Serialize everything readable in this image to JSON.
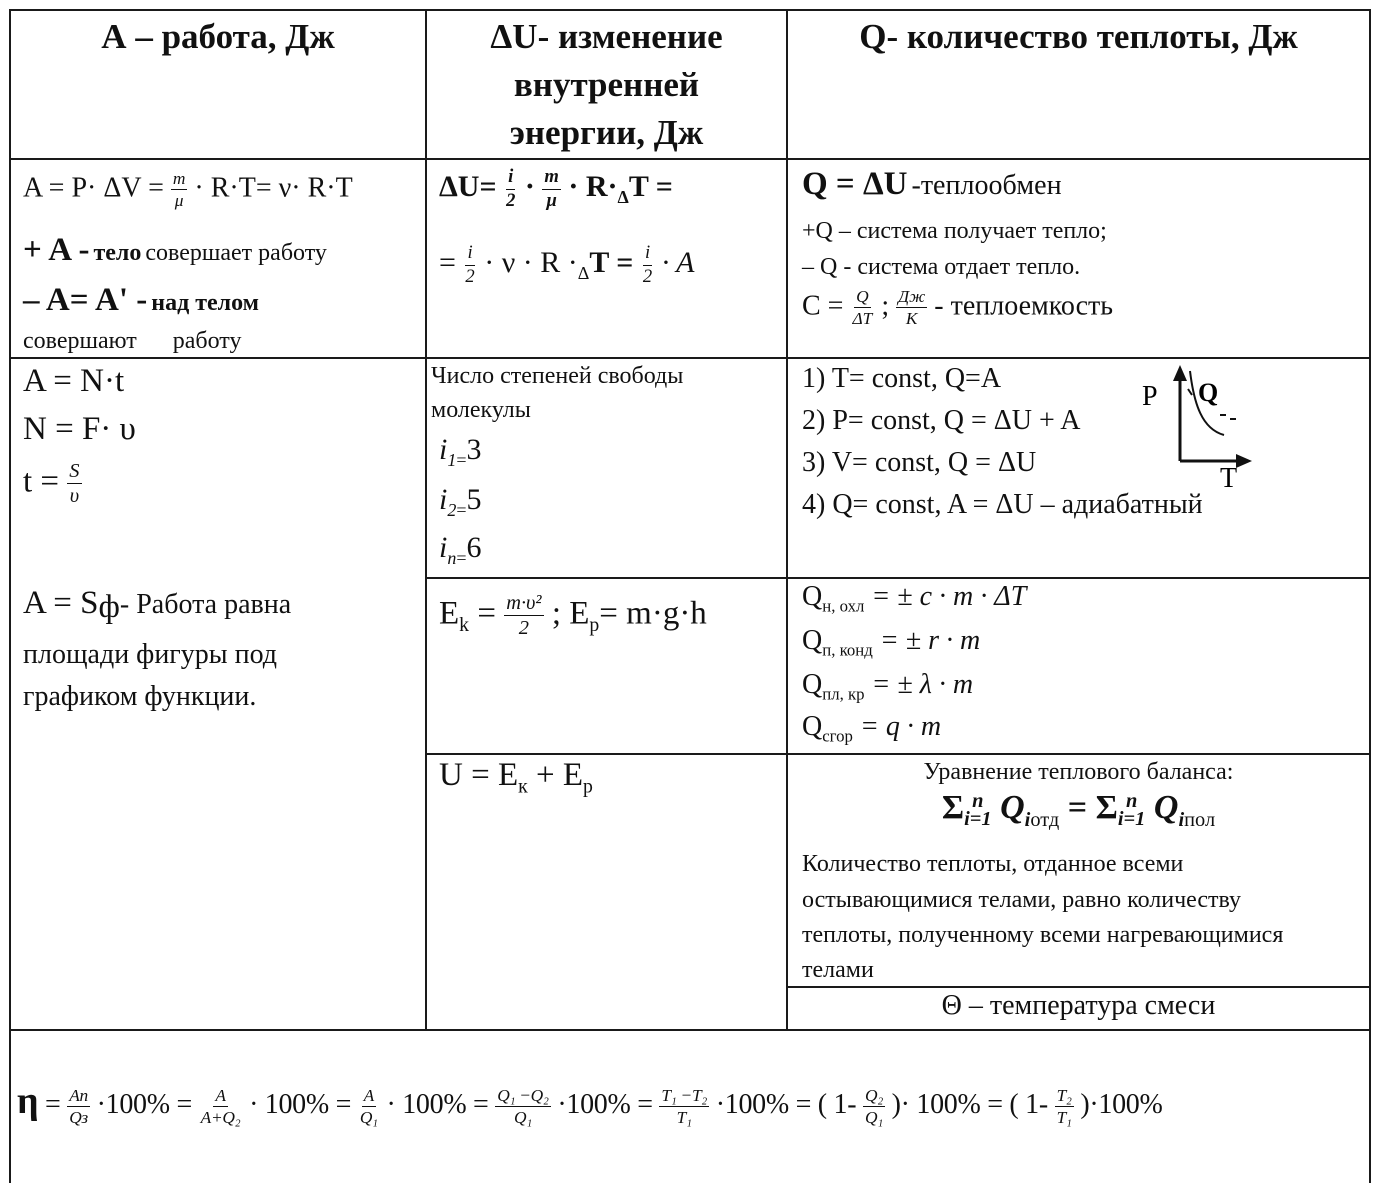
{
  "headers": {
    "work": "А – работа, Дж",
    "du_line1": "ΔU- изменение",
    "du_line2": "внутренней",
    "du_line3": "энергии, Дж",
    "heat": "Q- количество теплоты, Дж"
  },
  "work_cell": {
    "formula_start": "A = P· ΔV =",
    "frac_num": "m",
    "frac_den": "μ",
    "formula_end": "· R·T= ν· R·T",
    "plus_a": "+ A -",
    "plus_a_body": "тело",
    "plus_a_rest": "совершает работу",
    "minus_a": "– A= A' -",
    "minus_a_rest": "над телом",
    "minus_a_line2": "совершают      работу"
  },
  "du_cell": {
    "du_sign": "ΔU=",
    "frac_i": "i",
    "frac_2": "2",
    "frac_m": "m",
    "frac_mu": "μ",
    "r_dt": "· R·",
    "delta_sub": "Δ",
    "t_eq": "T =",
    "line2_eq": "=",
    "nu_r": "· ν ·  R ·",
    "line2_t": "T =",
    "line2_a": "· A"
  },
  "q_cell": {
    "q_main": "Q  = ΔU",
    "q_main_rest": "-теплообмен",
    "plus_q": "+Q – система получает тепло;",
    "minus_q": "– Q - система отдает  тепло.",
    "c_eq": "C =",
    "c_num": "Q",
    "c_den": "ΔT",
    "unit_num": "Дж",
    "unit_den": "К",
    "c_rest": "- теплоемкость"
  },
  "power_cell": {
    "a_nt": "A = N·t",
    "n_fv": "N = F· υ",
    "t_eq": "t =",
    "t_num": "S",
    "t_den": "υ",
    "a_sf": "A = S",
    "a_sf_sub": "ф",
    "a_sf_rest": "- Работа равна",
    "line2": "площади фигуры под",
    "line3": "графиком функции."
  },
  "dof_cell": {
    "title_line1": "Число степеней свободы",
    "title_line2": "молекулы",
    "items": [
      {
        "sym": "i",
        "sub": "1",
        "eq": "=",
        "val": "3"
      },
      {
        "sym": "i",
        "sub": "2",
        "eq": "=",
        "val": "5"
      },
      {
        "sym": "i",
        "sub": "n",
        "eq": "=",
        "val": "6"
      }
    ]
  },
  "process_cell": {
    "items": [
      "1) T= const, Q=A",
      "2) P= const, Q = ΔU + A",
      "3) V= const, Q = ΔU",
      "4) Q= const, A = ΔU – адиабатный"
    ],
    "graph_p": "P",
    "graph_q": "Q",
    "graph_t": "T"
  },
  "energy_cell": {
    "ek": "E",
    "ek_sub": "k",
    "ek_num": "m·υ²",
    "ek_den": "2",
    "ep": "; E",
    "ep_sub": "p",
    "ep_rest": "= m·g·h"
  },
  "heat_formulas": [
    {
      "q": "Q",
      "sub": "н, охл",
      "rest": "= ± c · m · ΔT"
    },
    {
      "q": "Q",
      "sub": "п, конд",
      "rest": "= ± r · m"
    },
    {
      "q": "Q",
      "sub": "пл, кр",
      "rest": "= ± λ · m"
    },
    {
      "q": "Q",
      "sub": "сгор",
      "rest": "= q · m"
    }
  ],
  "u_cell": {
    "u": "U = E",
    "u_sub1": "к",
    "u_plus": " + E",
    "u_sub2": "p"
  },
  "balance_cell": {
    "title": "Уравнение теплового баланса:",
    "sum_left": "Σ",
    "sum_left_sup": "n",
    "sum_left_sub": "i=1",
    "q_left": "Q",
    "q_left_sub": "i",
    "q_left_tag": "отд",
    "eq": "=",
    "sum_right": "Σ",
    "sum_right_sup": "n",
    "sum_right_sub": "i=1",
    "q_right": "Q",
    "q_right_sub": "i",
    "q_right_tag": "пол",
    "desc_line1": "Количество теплоты, отданное всеми",
    "desc_line2": "остывающимися телами, равно количеству",
    "desc_line3": "теплоты, полученному всеми нагревающимися",
    "desc_line4": "телами"
  },
  "theta_cell": {
    "text": "Θ – температура смеси"
  },
  "efficiency": {
    "eta": "η",
    "eq": "=",
    "f1_num": "Aп",
    "f1_den": "Qз",
    "p1": "·100% =",
    "f2_num": "A",
    "f2_den": "A+Q₂",
    "p2": "· 100% =",
    "f3_num": "A",
    "f3_den": "Q₁",
    "p3": "· 100% =",
    "f4_num": "Q₁ −Q₂",
    "f4_den": "Q₁",
    "p4": "·100% =",
    "f5_num": "T₁ −T₂",
    "f5_den": "T₁",
    "p5": "·100% = ( 1-",
    "f6_num": "Q₂",
    "f6_den": "Q₁",
    "p6": ")· 100% = ( 1-",
    "f7_num": "T₂",
    "f7_den": "T₁",
    "p7": ")·100%"
  }
}
